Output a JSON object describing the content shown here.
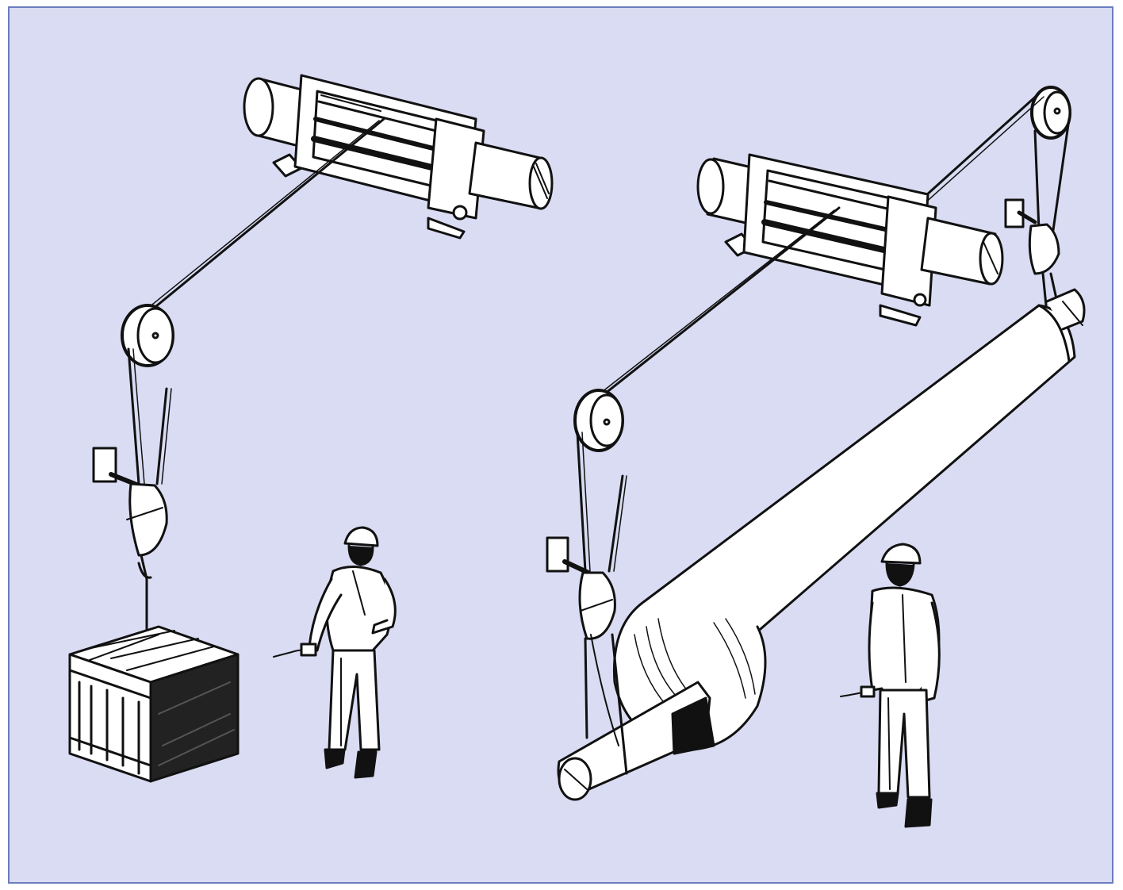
{
  "illustration": {
    "background_color": "#d9dcf2",
    "border_color": "#6b7cc0",
    "ink_color": "#111111",
    "left_scene": {
      "winch": "electric-winch",
      "load": "wooden-crate",
      "operator": "worker-with-pendant-control"
    },
    "right_scene": {
      "winch": "electric-winch",
      "load": "large-roller",
      "operator": "worker-with-pendant-control",
      "hoists": 2
    }
  }
}
